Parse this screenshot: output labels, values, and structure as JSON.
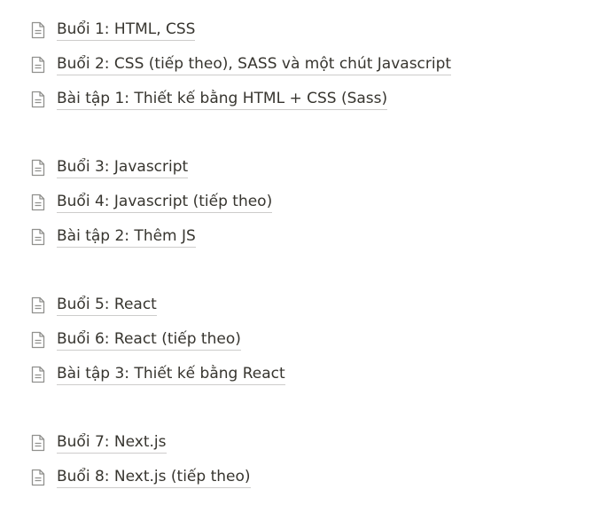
{
  "groups": [
    {
      "items": [
        {
          "label": "Buổi 1: HTML, CSS",
          "icon": "page-icon"
        },
        {
          "label": "Buổi 2: CSS (tiếp theo), SASS và một chút Javascript",
          "icon": "page-icon"
        },
        {
          "label": "Bài tập 1: Thiết kế bằng HTML + CSS (Sass)",
          "icon": "page-icon"
        }
      ]
    },
    {
      "items": [
        {
          "label": "Buổi 3: Javascript",
          "icon": "page-icon"
        },
        {
          "label": "Buổi 4: Javascript (tiếp theo)",
          "icon": "page-icon"
        },
        {
          "label": "Bài tập 2: Thêm JS",
          "icon": "page-icon"
        }
      ]
    },
    {
      "items": [
        {
          "label": "Buổi 5: React",
          "icon": "page-icon"
        },
        {
          "label": "Buổi 6: React (tiếp theo)",
          "icon": "page-icon"
        },
        {
          "label": "Bài tập 3: Thiết kế bằng React",
          "icon": "page-icon"
        }
      ]
    },
    {
      "items": [
        {
          "label": "Buổi 7: Next.js",
          "icon": "page-icon"
        },
        {
          "label": "Buổi 8: Next.js (tiếp theo)",
          "icon": "page-icon"
        }
      ]
    }
  ],
  "colors": {
    "text": "#37352f",
    "icon": "#91918e",
    "underline": "rgba(55,53,47,0.25)",
    "background": "#ffffff"
  }
}
